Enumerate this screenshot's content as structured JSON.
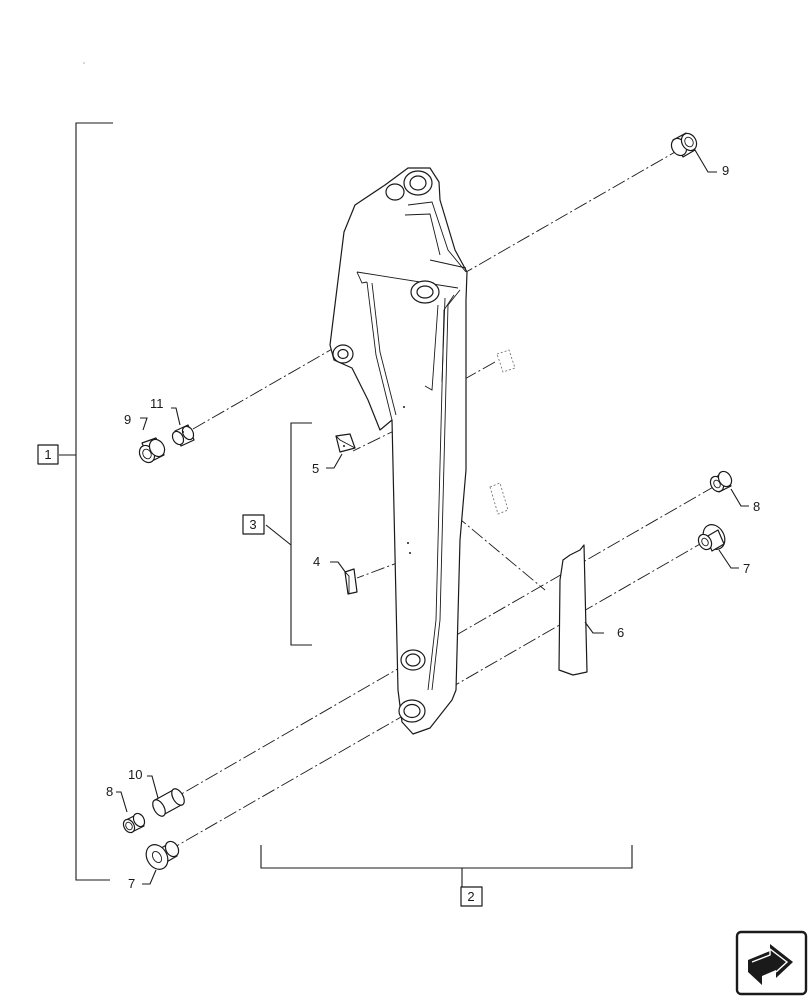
{
  "callouts": {
    "c9_top": "9",
    "c9_left": "9",
    "c11": "11",
    "c5": "5",
    "c4": "4",
    "c8_right": "8",
    "c7_right": "7",
    "c6": "6",
    "c10": "10",
    "c8_left": "8",
    "c7_left": "7"
  },
  "boxes": {
    "b1": "1",
    "b2": "2",
    "b3": "3"
  },
  "icons": {
    "nav": "next-page-arrow-icon"
  }
}
